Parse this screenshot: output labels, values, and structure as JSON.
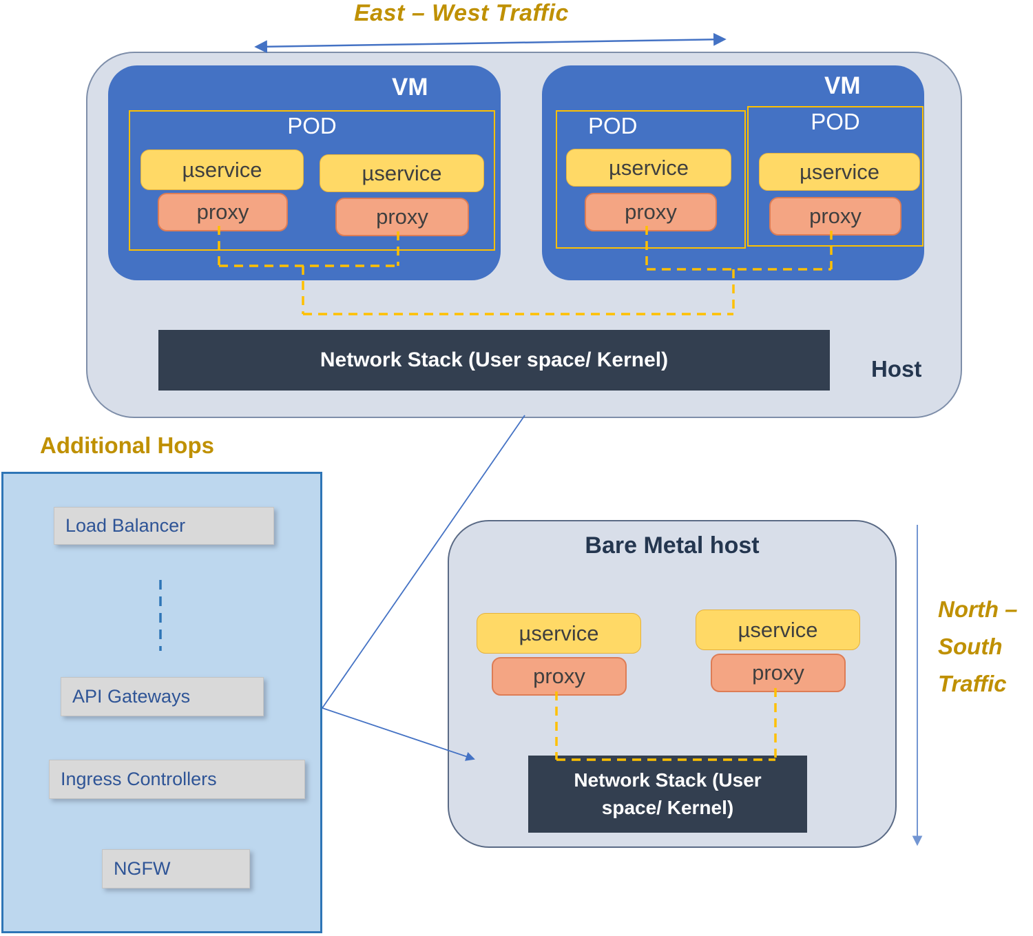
{
  "labels": {
    "east_west": "East – West Traffic",
    "north_south": [
      "North –",
      "South",
      "Traffic"
    ],
    "vm": "VM",
    "pod": "POD",
    "uservice": "µservice",
    "proxy": "proxy",
    "network_stack": "Network Stack (User space/ Kernel)",
    "host": "Host"
  },
  "additional_hops": {
    "title": "Additional Hops",
    "items": [
      "Load Balancer",
      "API Gateways",
      "Ingress Controllers",
      "NGFW"
    ]
  },
  "bare_metal": {
    "title": "Bare Metal host",
    "network_stack": "Network Stack (User space/ Kernel)"
  },
  "colors": {
    "gold_text": "#BF9000",
    "vm_blue": "#4472C4",
    "host_fill": "#D8DEE9",
    "uservice_fill": "#FFD966",
    "proxy_fill": "#F4A583",
    "pod_border": "#FFC000",
    "network_stack_fill": "#333F50",
    "hops_box_fill": "#BDD7EE",
    "hops_box_border": "#2E75B6",
    "hop_item_fill": "#D9D9D9",
    "connector_blue": "#4472C4",
    "dashed_connector_gold": "#FFC000"
  }
}
